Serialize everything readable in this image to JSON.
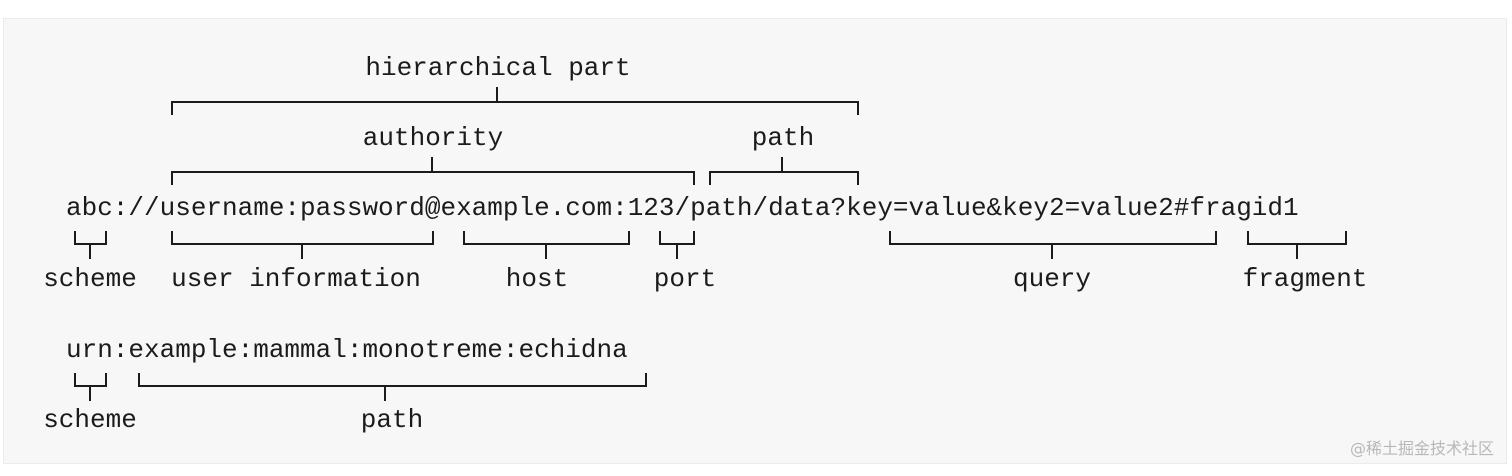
{
  "uri1": {
    "text": "abc://username:password@example.com:123/path/data?key=value&key2=value2#fragid1"
  },
  "uri2": {
    "text": "urn:example:mammal:monotreme:echidna"
  },
  "labels": {
    "hierarchical_part": "hierarchical part",
    "authority": "authority",
    "path_top": "path",
    "scheme1": "scheme",
    "user_information": "user information",
    "host": "host",
    "port": "port",
    "query": "query",
    "fragment": "fragment",
    "scheme2": "scheme",
    "path2": "path"
  },
  "watermark": "@稀土掘金技术社区"
}
